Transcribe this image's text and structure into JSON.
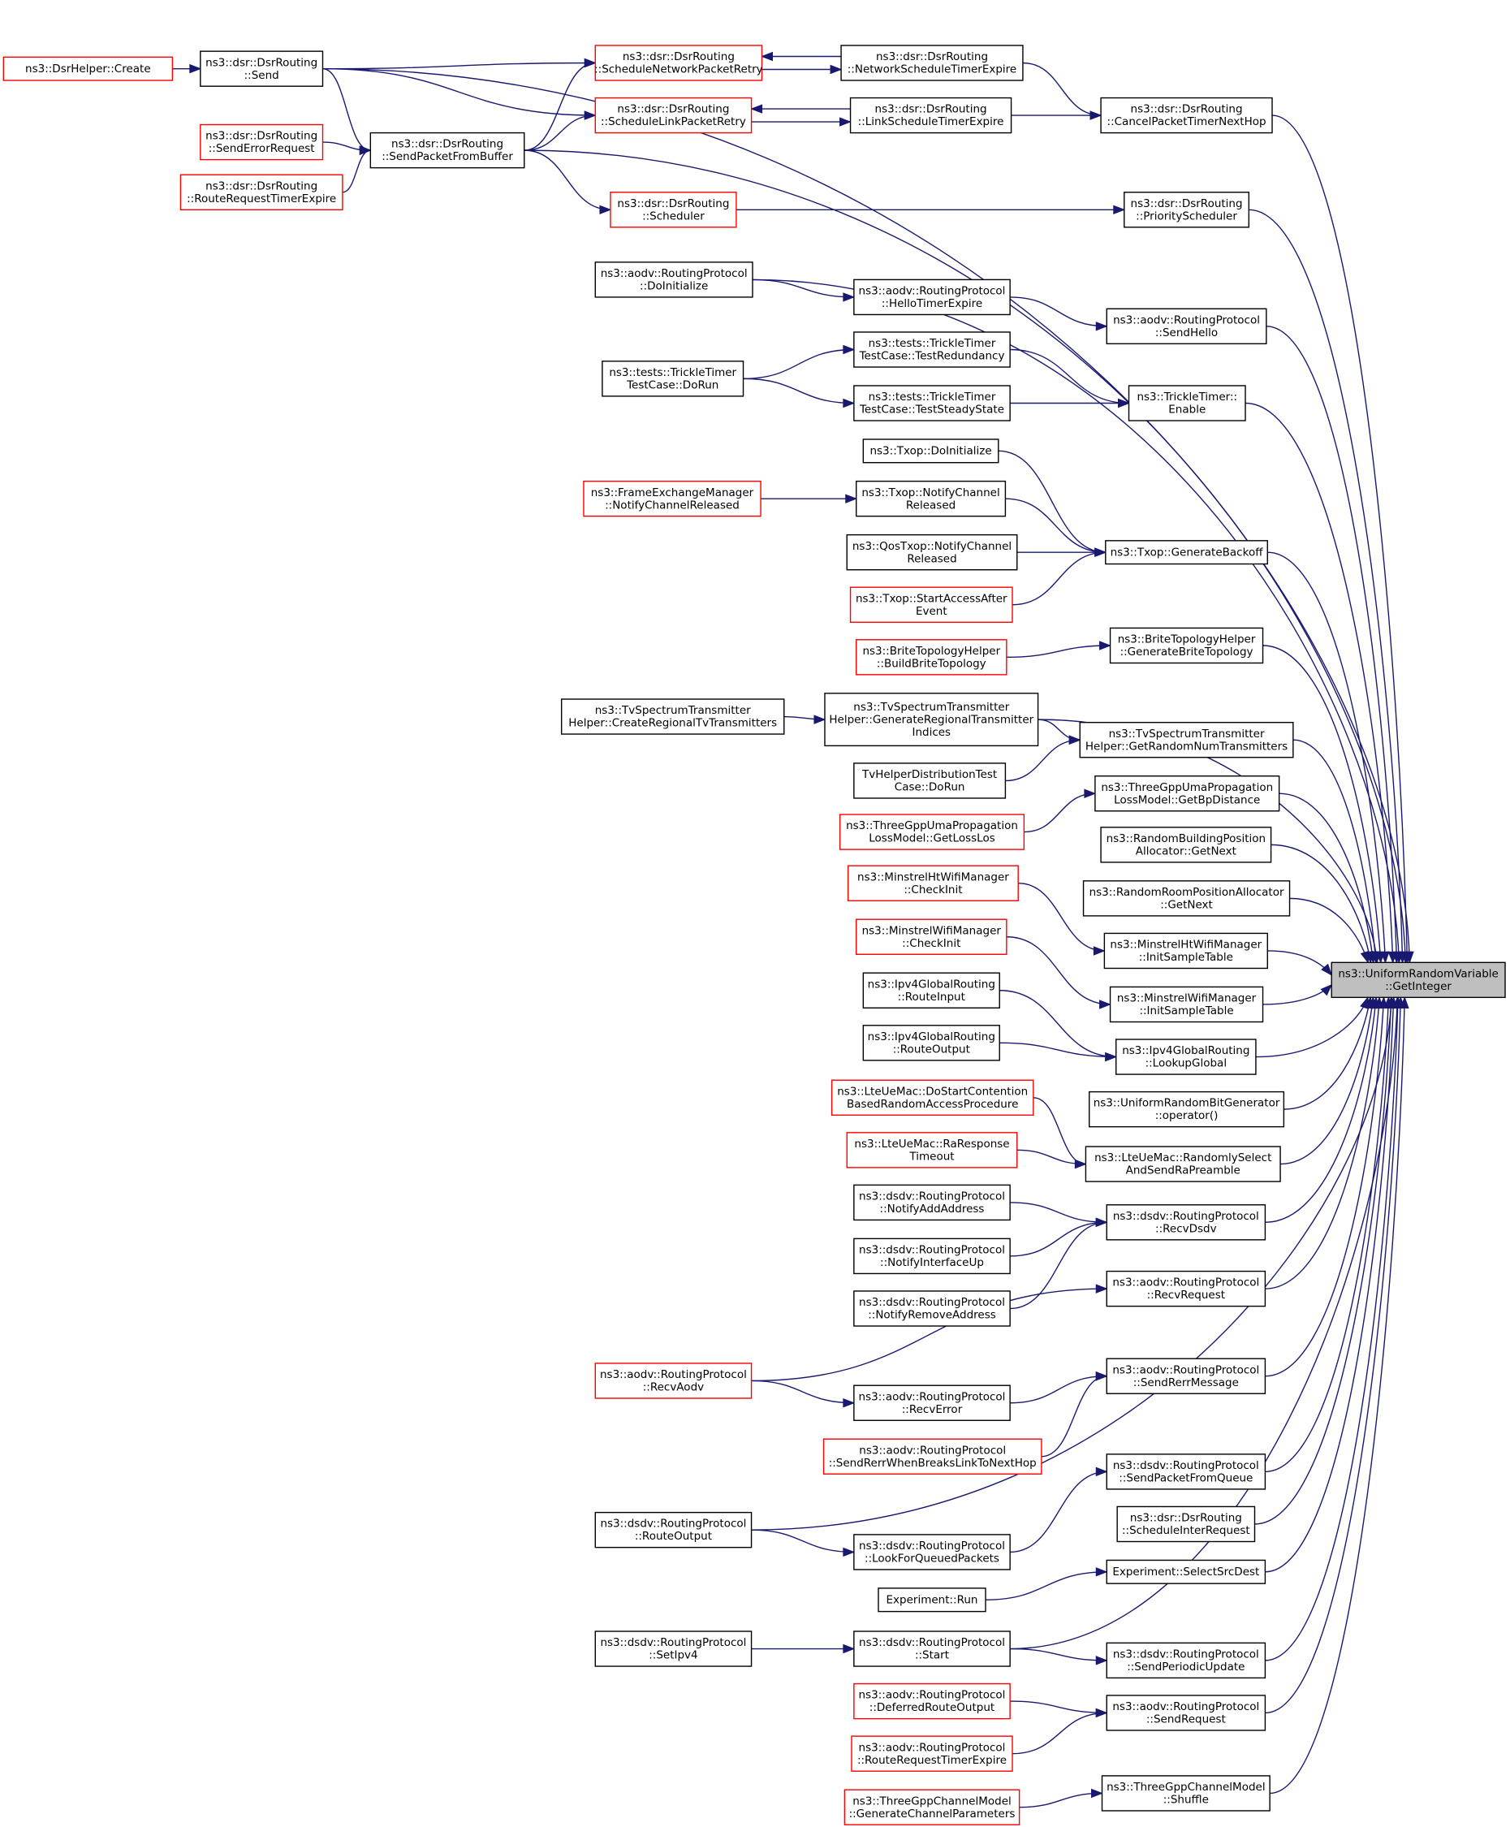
{
  "title": "ns3::UniformRandomVariable::GetInteger caller graph",
  "colors": {
    "edge": "#191970",
    "truncated_border": "#ff0000",
    "normal_border": "#000000",
    "focus_fill": "#bfbfbf"
  },
  "focus_node": "getinteger",
  "nodes": [
    {
      "id": "dsrhelper_create",
      "lines": [
        "ns3::DsrHelper::Create"
      ],
      "truncated": true
    },
    {
      "id": "dsr_send",
      "lines": [
        "ns3::dsr::DsrRouting",
        "::Send"
      ],
      "truncated": false
    },
    {
      "id": "dsr_senderrorrequest",
      "lines": [
        "ns3::dsr::DsrRouting",
        "::SendErrorRequest"
      ],
      "truncated": true
    },
    {
      "id": "dsr_routerequesttimerexpire",
      "lines": [
        "ns3::dsr::DsrRouting",
        "::RouteRequestTimerExpire"
      ],
      "truncated": true
    },
    {
      "id": "dsr_sendpacketfrombuffer",
      "lines": [
        "ns3::dsr::DsrRouting",
        "::SendPacketFromBuffer"
      ],
      "truncated": false
    },
    {
      "id": "dsr_schedulenetworkpacketretry",
      "lines": [
        "ns3::dsr::DsrRouting",
        "::ScheduleNetworkPacketRetry"
      ],
      "truncated": true
    },
    {
      "id": "dsr_schedulelinkpacketretry",
      "lines": [
        "ns3::dsr::DsrRouting",
        "::ScheduleLinkPacketRetry"
      ],
      "truncated": true
    },
    {
      "id": "dsr_networkscheduletimerexpire",
      "lines": [
        "ns3::dsr::DsrRouting",
        "::NetworkScheduleTimerExpire"
      ],
      "truncated": false
    },
    {
      "id": "dsr_linkscheduletimerexpire",
      "lines": [
        "ns3::dsr::DsrRouting",
        "::LinkScheduleTimerExpire"
      ],
      "truncated": false
    },
    {
      "id": "dsr_cancelpackettimernexthop",
      "lines": [
        "ns3::dsr::DsrRouting",
        "::CancelPacketTimerNextHop"
      ],
      "truncated": false
    },
    {
      "id": "dsr_scheduler",
      "lines": [
        "ns3::dsr::DsrRouting",
        "::Scheduler"
      ],
      "truncated": true
    },
    {
      "id": "dsr_priorityscheduler",
      "lines": [
        "ns3::dsr::DsrRouting",
        "::PriorityScheduler"
      ],
      "truncated": false
    },
    {
      "id": "aodv_doinitialize",
      "lines": [
        "ns3::aodv::RoutingProtocol",
        "::DoInitialize"
      ],
      "truncated": false
    },
    {
      "id": "aodv_hellotimerexpire",
      "lines": [
        "ns3::aodv::RoutingProtocol",
        "::HelloTimerExpire"
      ],
      "truncated": false
    },
    {
      "id": "aodv_sendhello",
      "lines": [
        "ns3::aodv::RoutingProtocol",
        "::SendHello"
      ],
      "truncated": false
    },
    {
      "id": "trickle_dorun",
      "lines": [
        "ns3::tests::TrickleTimer",
        "TestCase::DoRun"
      ],
      "truncated": false
    },
    {
      "id": "trickle_testredundancy",
      "lines": [
        "ns3::tests::TrickleTimer",
        "TestCase::TestRedundancy"
      ],
      "truncated": false
    },
    {
      "id": "trickle_teststeadystate",
      "lines": [
        "ns3::tests::TrickleTimer",
        "TestCase::TestSteadyState"
      ],
      "truncated": false
    },
    {
      "id": "trickletimer_enable",
      "lines": [
        "ns3::TrickleTimer::",
        "Enable"
      ],
      "truncated": false
    },
    {
      "id": "txop_doinitialize",
      "lines": [
        "ns3::Txop::DoInitialize"
      ],
      "truncated": false
    },
    {
      "id": "fem_notifychannelreleased",
      "lines": [
        "ns3::FrameExchangeManager",
        "::NotifyChannelReleased"
      ],
      "truncated": true
    },
    {
      "id": "txop_notifychannelreleased",
      "lines": [
        "ns3::Txop::NotifyChannel",
        "Released"
      ],
      "truncated": false
    },
    {
      "id": "qostxop_notifychannelreleased",
      "lines": [
        "ns3::QosTxop::NotifyChannel",
        "Released"
      ],
      "truncated": false
    },
    {
      "id": "txop_startaccessafterevent",
      "lines": [
        "ns3::Txop::StartAccessAfter",
        "Event"
      ],
      "truncated": true
    },
    {
      "id": "txop_generatebackoff",
      "lines": [
        "ns3::Txop::GenerateBackoff"
      ],
      "truncated": false
    },
    {
      "id": "brite_buildbritetopology",
      "lines": [
        "ns3::BriteTopologyHelper",
        "::BuildBriteTopology"
      ],
      "truncated": true
    },
    {
      "id": "brite_generatebritetopology",
      "lines": [
        "ns3::BriteTopologyHelper",
        "::GenerateBriteTopology"
      ],
      "truncated": false
    },
    {
      "id": "tv_createregionaltvtransmitters",
      "lines": [
        "ns3::TvSpectrumTransmitter",
        "Helper::CreateRegionalTvTransmitters"
      ],
      "truncated": false
    },
    {
      "id": "tv_generateregionaltransmitterindices",
      "lines": [
        "ns3::TvSpectrumTransmitter",
        "Helper::GenerateRegionalTransmitter",
        "Indices"
      ],
      "truncated": false
    },
    {
      "id": "tv_getrandomnumtransmitters",
      "lines": [
        "ns3::TvSpectrumTransmitter",
        "Helper::GetRandomNumTransmitters"
      ],
      "truncated": false
    },
    {
      "id": "tvhelper_dorun",
      "lines": [
        "TvHelperDistributionTest",
        "Case::DoRun"
      ],
      "truncated": false
    },
    {
      "id": "threegppuma_getbpdistance",
      "lines": [
        "ns3::ThreeGppUmaPropagation",
        "LossModel::GetBpDistance"
      ],
      "truncated": false
    },
    {
      "id": "threegppuma_getlosslos",
      "lines": [
        "ns3::ThreeGppUmaPropagation",
        "LossModel::GetLossLos"
      ],
      "truncated": true
    },
    {
      "id": "randombuilding_getnext",
      "lines": [
        "ns3::RandomBuildingPosition",
        "Allocator::GetNext"
      ],
      "truncated": false
    },
    {
      "id": "randomroom_getnext",
      "lines": [
        "ns3::RandomRoomPositionAllocator",
        "::GetNext"
      ],
      "truncated": false
    },
    {
      "id": "minstrelht_checkinit",
      "lines": [
        "ns3::MinstrelHtWifiManager",
        "::CheckInit"
      ],
      "truncated": true
    },
    {
      "id": "minstrelht_initsampletable",
      "lines": [
        "ns3::MinstrelHtWifiManager",
        "::InitSampleTable"
      ],
      "truncated": false
    },
    {
      "id": "minstrel_checkinit",
      "lines": [
        "ns3::MinstrelWifiManager",
        "::CheckInit"
      ],
      "truncated": true
    },
    {
      "id": "minstrel_initsampletable",
      "lines": [
        "ns3::MinstrelWifiManager",
        "::InitSampleTable"
      ],
      "truncated": false
    },
    {
      "id": "ipv4gr_routeinput",
      "lines": [
        "ns3::Ipv4GlobalRouting",
        "::RouteInput"
      ],
      "truncated": false
    },
    {
      "id": "ipv4gr_routeoutput",
      "lines": [
        "ns3::Ipv4GlobalRouting",
        "::RouteOutput"
      ],
      "truncated": false
    },
    {
      "id": "ipv4gr_lookupglobal",
      "lines": [
        "ns3::Ipv4GlobalRouting",
        "::LookupGlobal"
      ],
      "truncated": false
    },
    {
      "id": "urbg_operator",
      "lines": [
        "ns3::UniformRandomBitGenerator",
        "::operator()"
      ],
      "truncated": false
    },
    {
      "id": "lte_dostartcontention",
      "lines": [
        "ns3::LteUeMac::DoStartContention",
        "BasedRandomAccessProcedure"
      ],
      "truncated": true
    },
    {
      "id": "lte_raresponsetimeout",
      "lines": [
        "ns3::LteUeMac::RaResponse",
        "Timeout"
      ],
      "truncated": true
    },
    {
      "id": "lte_randomlyselect",
      "lines": [
        "ns3::LteUeMac::RandomlySelect",
        "AndSendRaPreamble"
      ],
      "truncated": false
    },
    {
      "id": "dsdv_notifyaddaddress",
      "lines": [
        "ns3::dsdv::RoutingProtocol",
        "::NotifyAddAddress"
      ],
      "truncated": false
    },
    {
      "id": "dsdv_notifyinterfaceup",
      "lines": [
        "ns3::dsdv::RoutingProtocol",
        "::NotifyInterfaceUp"
      ],
      "truncated": false
    },
    {
      "id": "dsdv_notifyremoveaddress",
      "lines": [
        "ns3::dsdv::RoutingProtocol",
        "::NotifyRemoveAddress"
      ],
      "truncated": false
    },
    {
      "id": "dsdv_recvdsdv",
      "lines": [
        "ns3::dsdv::RoutingProtocol",
        "::RecvDsdv"
      ],
      "truncated": false
    },
    {
      "id": "aodv_recvrequest",
      "lines": [
        "ns3::aodv::RoutingProtocol",
        "::RecvRequest"
      ],
      "truncated": false
    },
    {
      "id": "aodv_recvaodv",
      "lines": [
        "ns3::aodv::RoutingProtocol",
        "::RecvAodv"
      ],
      "truncated": true
    },
    {
      "id": "aodv_recverror",
      "lines": [
        "ns3::aodv::RoutingProtocol",
        "::RecvError"
      ],
      "truncated": false
    },
    {
      "id": "aodv_sendrerrmessage",
      "lines": [
        "ns3::aodv::RoutingProtocol",
        "::SendRerrMessage"
      ],
      "truncated": false
    },
    {
      "id": "aodv_sendrerrwhenbreaks",
      "lines": [
        "ns3::aodv::RoutingProtocol",
        "::SendRerrWhenBreaksLinkToNextHop"
      ],
      "truncated": true
    },
    {
      "id": "dsdv_sendpacketfromqueue",
      "lines": [
        "ns3::dsdv::RoutingProtocol",
        "::SendPacketFromQueue"
      ],
      "truncated": false
    },
    {
      "id": "dsr_scheduleinterrequest",
      "lines": [
        "ns3::dsr::DsrRouting",
        "::ScheduleInterRequest"
      ],
      "truncated": false
    },
    {
      "id": "dsdv_routeoutput",
      "lines": [
        "ns3::dsdv::RoutingProtocol",
        "::RouteOutput"
      ],
      "truncated": false
    },
    {
      "id": "dsdv_lookforqueuedpackets",
      "lines": [
        "ns3::dsdv::RoutingProtocol",
        "::LookForQueuedPackets"
      ],
      "truncated": false
    },
    {
      "id": "experiment_selectsrcdest",
      "lines": [
        "Experiment::SelectSrcDest"
      ],
      "truncated": false
    },
    {
      "id": "experiment_run",
      "lines": [
        "Experiment::Run"
      ],
      "truncated": false
    },
    {
      "id": "dsdv_setipv4",
      "lines": [
        "ns3::dsdv::RoutingProtocol",
        "::SetIpv4"
      ],
      "truncated": false
    },
    {
      "id": "dsdv_start",
      "lines": [
        "ns3::dsdv::RoutingProtocol",
        "::Start"
      ],
      "truncated": false
    },
    {
      "id": "dsdv_sendperiodicupdate",
      "lines": [
        "ns3::dsdv::RoutingProtocol",
        "::SendPeriodicUpdate"
      ],
      "truncated": false
    },
    {
      "id": "aodv_deferredrouteoutput",
      "lines": [
        "ns3::aodv::RoutingProtocol",
        "::DeferredRouteOutput"
      ],
      "truncated": true
    },
    {
      "id": "aodv_routerequesttimerexpire",
      "lines": [
        "ns3::aodv::RoutingProtocol",
        "::RouteRequestTimerExpire"
      ],
      "truncated": true
    },
    {
      "id": "aodv_sendrequest",
      "lines": [
        "ns3::aodv::RoutingProtocol",
        "::SendRequest"
      ],
      "truncated": false
    },
    {
      "id": "threegppchannel_generatechannelparameters",
      "lines": [
        "ns3::ThreeGppChannelModel",
        "::GenerateChannelParameters"
      ],
      "truncated": true
    },
    {
      "id": "threegppchannel_shuffle",
      "lines": [
        "ns3::ThreeGppChannelModel",
        "::Shuffle"
      ],
      "truncated": false
    },
    {
      "id": "getinteger",
      "lines": [
        "ns3::UniformRandomVariable",
        "::GetInteger"
      ],
      "truncated": false
    }
  ],
  "edges": [
    [
      "dsrhelper_create",
      "dsr_send"
    ],
    [
      "dsr_send",
      "dsr_schedulenetworkpacketretry"
    ],
    [
      "dsr_send",
      "dsr_schedulelinkpacketretry"
    ],
    [
      "dsr_send",
      "dsr_sendpacketfrombuffer"
    ],
    [
      "dsr_send",
      "getinteger"
    ],
    [
      "dsr_senderrorrequest",
      "dsr_sendpacketfrombuffer"
    ],
    [
      "dsr_routerequesttimerexpire",
      "dsr_sendpacketfrombuffer"
    ],
    [
      "dsr_sendpacketfrombuffer",
      "dsr_schedulenetworkpacketretry"
    ],
    [
      "dsr_sendpacketfrombuffer",
      "dsr_schedulelinkpacketretry"
    ],
    [
      "dsr_sendpacketfrombuffer",
      "dsr_scheduler"
    ],
    [
      "dsr_sendpacketfrombuffer",
      "getinteger"
    ],
    [
      "dsr_schedulenetworkpacketretry",
      "dsr_networkscheduletimerexpire"
    ],
    [
      "dsr_networkscheduletimerexpire",
      "dsr_schedulenetworkpacketretry"
    ],
    [
      "dsr_schedulelinkpacketretry",
      "dsr_linkscheduletimerexpire"
    ],
    [
      "dsr_linkscheduletimerexpire",
      "dsr_schedulelinkpacketretry"
    ],
    [
      "dsr_networkscheduletimerexpire",
      "dsr_cancelpackettimernexthop"
    ],
    [
      "dsr_linkscheduletimerexpire",
      "dsr_cancelpackettimernexthop"
    ],
    [
      "dsr_cancelpackettimernexthop",
      "getinteger"
    ],
    [
      "dsr_scheduler",
      "dsr_priorityscheduler"
    ],
    [
      "dsr_priorityscheduler",
      "getinteger"
    ],
    [
      "aodv_doinitialize",
      "aodv_hellotimerexpire"
    ],
    [
      "aodv_doinitialize",
      "getinteger"
    ],
    [
      "aodv_hellotimerexpire",
      "aodv_sendhello"
    ],
    [
      "aodv_sendhello",
      "getinteger"
    ],
    [
      "trickle_dorun",
      "trickle_testredundancy"
    ],
    [
      "trickle_dorun",
      "trickle_teststeadystate"
    ],
    [
      "trickle_testredundancy",
      "trickletimer_enable"
    ],
    [
      "trickle_teststeadystate",
      "trickletimer_enable"
    ],
    [
      "trickletimer_enable",
      "getinteger"
    ],
    [
      "txop_doinitialize",
      "txop_generatebackoff"
    ],
    [
      "fem_notifychannelreleased",
      "txop_notifychannelreleased"
    ],
    [
      "txop_notifychannelreleased",
      "txop_generatebackoff"
    ],
    [
      "qostxop_notifychannelreleased",
      "txop_generatebackoff"
    ],
    [
      "txop_startaccessafterevent",
      "txop_generatebackoff"
    ],
    [
      "txop_generatebackoff",
      "getinteger"
    ],
    [
      "brite_buildbritetopology",
      "brite_generatebritetopology"
    ],
    [
      "brite_generatebritetopology",
      "getinteger"
    ],
    [
      "tv_createregionaltvtransmitters",
      "tv_generateregionaltransmitterindices"
    ],
    [
      "tv_generateregionaltransmitterindices",
      "tv_getrandomnumtransmitters"
    ],
    [
      "tv_generateregionaltransmitterindices",
      "getinteger"
    ],
    [
      "tvhelper_dorun",
      "tv_getrandomnumtransmitters"
    ],
    [
      "tv_getrandomnumtransmitters",
      "getinteger"
    ],
    [
      "threegppuma_getlosslos",
      "threegppuma_getbpdistance"
    ],
    [
      "threegppuma_getbpdistance",
      "getinteger"
    ],
    [
      "randombuilding_getnext",
      "getinteger"
    ],
    [
      "randomroom_getnext",
      "getinteger"
    ],
    [
      "minstrelht_checkinit",
      "minstrelht_initsampletable"
    ],
    [
      "minstrelht_initsampletable",
      "getinteger"
    ],
    [
      "minstrel_checkinit",
      "minstrel_initsampletable"
    ],
    [
      "minstrel_initsampletable",
      "getinteger"
    ],
    [
      "ipv4gr_routeinput",
      "ipv4gr_lookupglobal"
    ],
    [
      "ipv4gr_routeoutput",
      "ipv4gr_lookupglobal"
    ],
    [
      "ipv4gr_lookupglobal",
      "getinteger"
    ],
    [
      "urbg_operator",
      "getinteger"
    ],
    [
      "lte_dostartcontention",
      "lte_randomlyselect"
    ],
    [
      "lte_raresponsetimeout",
      "lte_randomlyselect"
    ],
    [
      "lte_randomlyselect",
      "getinteger"
    ],
    [
      "dsdv_notifyaddaddress",
      "dsdv_recvdsdv"
    ],
    [
      "dsdv_notifyinterfaceup",
      "dsdv_recvdsdv"
    ],
    [
      "dsdv_notifyremoveaddress",
      "dsdv_recvdsdv"
    ],
    [
      "dsdv_recvdsdv",
      "getinteger"
    ],
    [
      "aodv_recvaodv",
      "aodv_recvrequest"
    ],
    [
      "aodv_recvaodv",
      "aodv_recverror"
    ],
    [
      "aodv_recvrequest",
      "getinteger"
    ],
    [
      "aodv_recverror",
      "aodv_sendrerrmessage"
    ],
    [
      "aodv_sendrerrwhenbreaks",
      "aodv_sendrerrmessage"
    ],
    [
      "aodv_sendrerrmessage",
      "getinteger"
    ],
    [
      "dsdv_routeoutput",
      "dsdv_lookforqueuedpackets"
    ],
    [
      "dsdv_routeoutput",
      "getinteger"
    ],
    [
      "dsdv_lookforqueuedpackets",
      "dsdv_sendpacketfromqueue"
    ],
    [
      "dsdv_sendpacketfromqueue",
      "getinteger"
    ],
    [
      "dsr_scheduleinterrequest",
      "getinteger"
    ],
    [
      "experiment_run",
      "experiment_selectsrcdest"
    ],
    [
      "experiment_selectsrcdest",
      "getinteger"
    ],
    [
      "dsdv_setipv4",
      "dsdv_start"
    ],
    [
      "dsdv_start",
      "dsdv_sendperiodicupdate"
    ],
    [
      "dsdv_start",
      "getinteger"
    ],
    [
      "dsdv_sendperiodicupdate",
      "getinteger"
    ],
    [
      "aodv_deferredrouteoutput",
      "aodv_sendrequest"
    ],
    [
      "aodv_routerequesttimerexpire",
      "aodv_sendrequest"
    ],
    [
      "aodv_sendrequest",
      "getinteger"
    ],
    [
      "threegppchannel_generatechannelparameters",
      "threegppchannel_shuffle"
    ],
    [
      "threegppchannel_shuffle",
      "getinteger"
    ]
  ]
}
